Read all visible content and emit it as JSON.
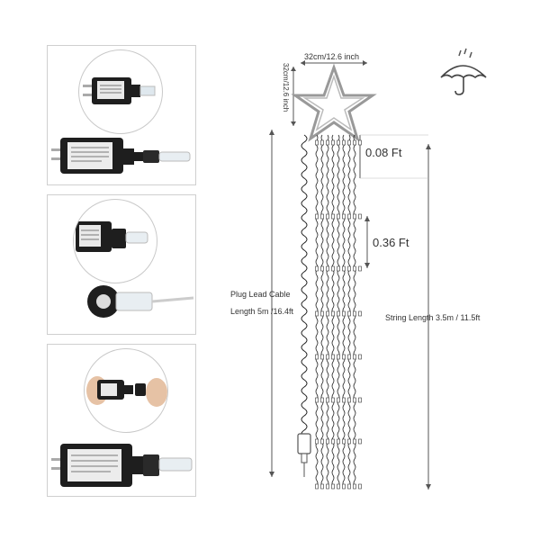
{
  "dimensions": {
    "star_width": "32cm/12.6 inch",
    "star_height": "32cm/12.6 inch",
    "spacing_small": "0.08 Ft",
    "spacing_large": "0.36 Ft",
    "plug_lead_line1": "Plug Lead Cable",
    "plug_lead_line2": "Length 5m /16.4ft",
    "string_length": "String Length 3.5m / 11.5ft"
  },
  "icons": {
    "weather": "umbrella-rain-icon"
  },
  "colors": {
    "border": "#cfcfcf",
    "adapter_body": "#1e1e1e",
    "wire": "#222222",
    "dimension_line": "#555555"
  }
}
